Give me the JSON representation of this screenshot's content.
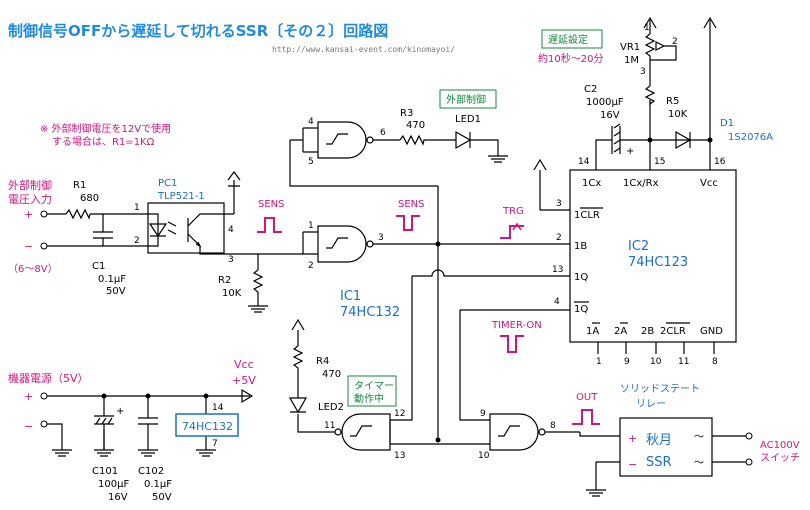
{
  "title": "制御信号OFFから遅延して切れるSSR〔その２〕回路図",
  "url": "http://www.kansai-event.com/kinomayoi/",
  "note": {
    "line1": "※ 外部制御電圧を12Vで使用",
    "line2": "する場合は、R1=1KΩ"
  },
  "input": {
    "label1": "外部制御",
    "label2": "電圧入力",
    "plus": "+",
    "minus": "−",
    "range": "（6〜8V）"
  },
  "power": {
    "label": "機器電源（5V）",
    "plus": "+",
    "minus": "−",
    "vcc": "Vcc",
    "v5": "+5V"
  },
  "boxes": {
    "external_control": "外部制御",
    "delay_setting": "遅延設定",
    "delay_range": "約10秒〜20分",
    "timer_active1": "タイマー",
    "timer_active2": "動作中"
  },
  "signals": {
    "sens1": "SENS",
    "sens2": "SENS",
    "trg": "TRG",
    "timer_on": "TIMER-ON",
    "out": "OUT"
  },
  "components": {
    "r1": {
      "name": "R1",
      "value": "680"
    },
    "c1": {
      "name": "C1",
      "value1": "0.1μF",
      "value2": "50V"
    },
    "pc1": {
      "name": "PC1",
      "part": "TLP521-1"
    },
    "r2": {
      "name": "R2",
      "value": "10K"
    },
    "r3": {
      "name": "R3",
      "value": "470"
    },
    "led1": {
      "name": "LED1"
    },
    "r4": {
      "name": "R4",
      "value": "470"
    },
    "led2": {
      "name": "LED2"
    },
    "ic1": {
      "name": "IC1",
      "part": "74HC132"
    },
    "ic2": {
      "name": "IC2",
      "part": "74HC123"
    },
    "vr1": {
      "name": "VR1",
      "value": "1M"
    },
    "c2": {
      "name": "C2",
      "value1": "1000μF",
      "value2": "16V"
    },
    "r5": {
      "name": "R5",
      "value": "10K"
    },
    "d1": {
      "name": "D1",
      "part": "1S2076A"
    },
    "c101": {
      "name": "C101",
      "value1": "100μF",
      "value2": "16V"
    },
    "c102": {
      "name": "C102",
      "value1": "0.1μF",
      "value2": "50V"
    },
    "ic_box": "74HC132"
  },
  "ic2_pins": {
    "cx": "1Cx",
    "cxrx": "1Cx/Rx",
    "vcc": "Vcc",
    "clr": "1CLR",
    "b": "1B",
    "q": "1Q",
    "qbar": "1Q",
    "a2": "2A",
    "b2": "2B",
    "clr2": "2CLR",
    "gnd": "GND",
    "a1": "1A"
  },
  "ssr": {
    "label1": "ソリッドステート",
    "label2": "リレー",
    "name1": "秋月",
    "name2": "SSR",
    "plus": "+",
    "minus": "−",
    "tilde1": "〜",
    "tilde2": "〜",
    "ac1": "AC100V",
    "ac2": "スイッチ"
  },
  "pins": {
    "p1": "1",
    "p2": "2",
    "p3": "3",
    "p4": "4",
    "p5": "5",
    "p6": "6",
    "p8": "8",
    "p9": "9",
    "p10": "10",
    "p11": "11",
    "p12": "12",
    "p13": "13",
    "p14": "14",
    "p15": "15",
    "p16": "16",
    "p7": "7"
  }
}
